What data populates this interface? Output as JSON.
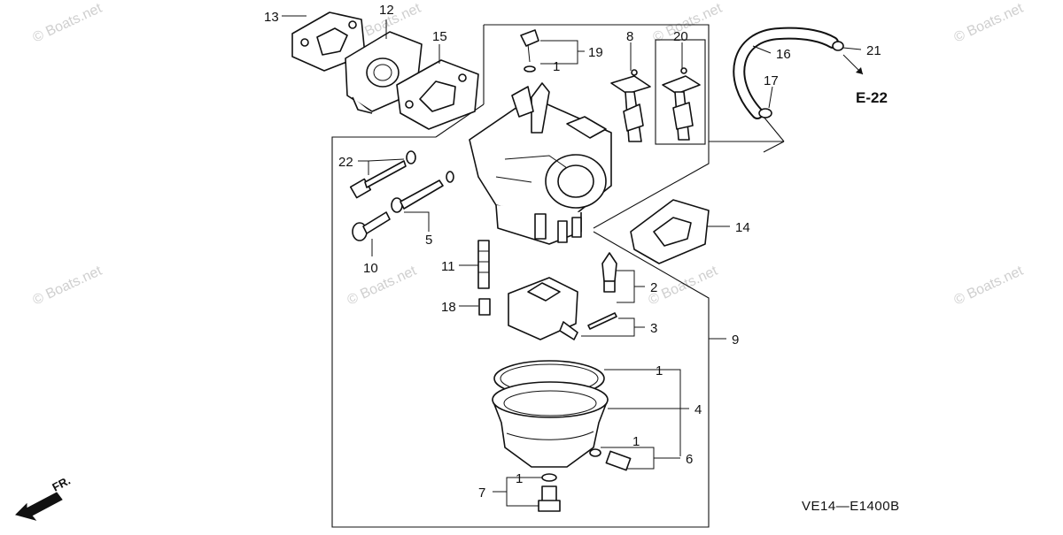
{
  "diagram": {
    "callouts": [
      "13",
      "12",
      "15",
      "19",
      "1",
      "8",
      "20",
      "16",
      "21",
      "17",
      "22",
      "5",
      "10",
      "11",
      "18",
      "2",
      "3",
      "9",
      "1",
      "4",
      "1",
      "6",
      "1",
      "7",
      "14"
    ],
    "reference": "E-22",
    "diagram_code": "VE14—E1400B",
    "direction_label": "FR.",
    "watermark": "© Boats.net"
  },
  "colors": {
    "line": "#111111",
    "watermark": "#cfcfcf"
  }
}
